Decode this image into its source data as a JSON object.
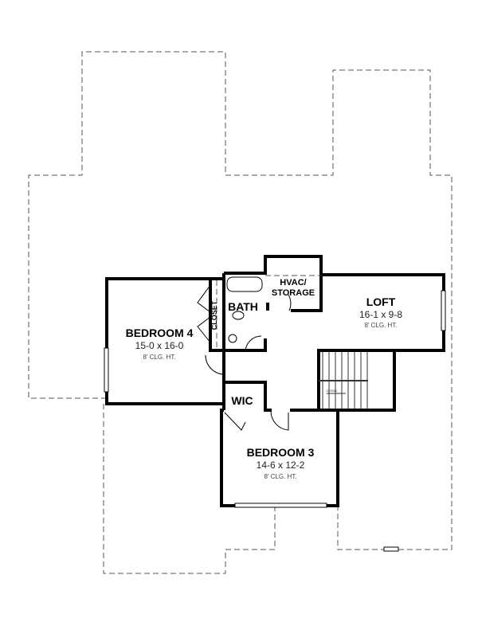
{
  "rooms": {
    "bedroom4": {
      "name": "BEDROOM 4",
      "size": "15-0 x 16-0",
      "ceiling": "8' CLG. HT."
    },
    "loft": {
      "name": "LOFT",
      "size": "16-1 x 9-8",
      "ceiling": "8' CLG. HT."
    },
    "bedroom3": {
      "name": "BEDROOM 3",
      "size": "14-6 x 12-2",
      "ceiling": "8' CLG. HT."
    },
    "hvac": {
      "line1": "HVAC/",
      "line2": "STORAGE"
    },
    "bath": {
      "name": "BATH"
    },
    "closet": {
      "name": "CLOSET"
    },
    "wic": {
      "name": "WIC"
    }
  },
  "stairs": {
    "label": "DOWN"
  }
}
